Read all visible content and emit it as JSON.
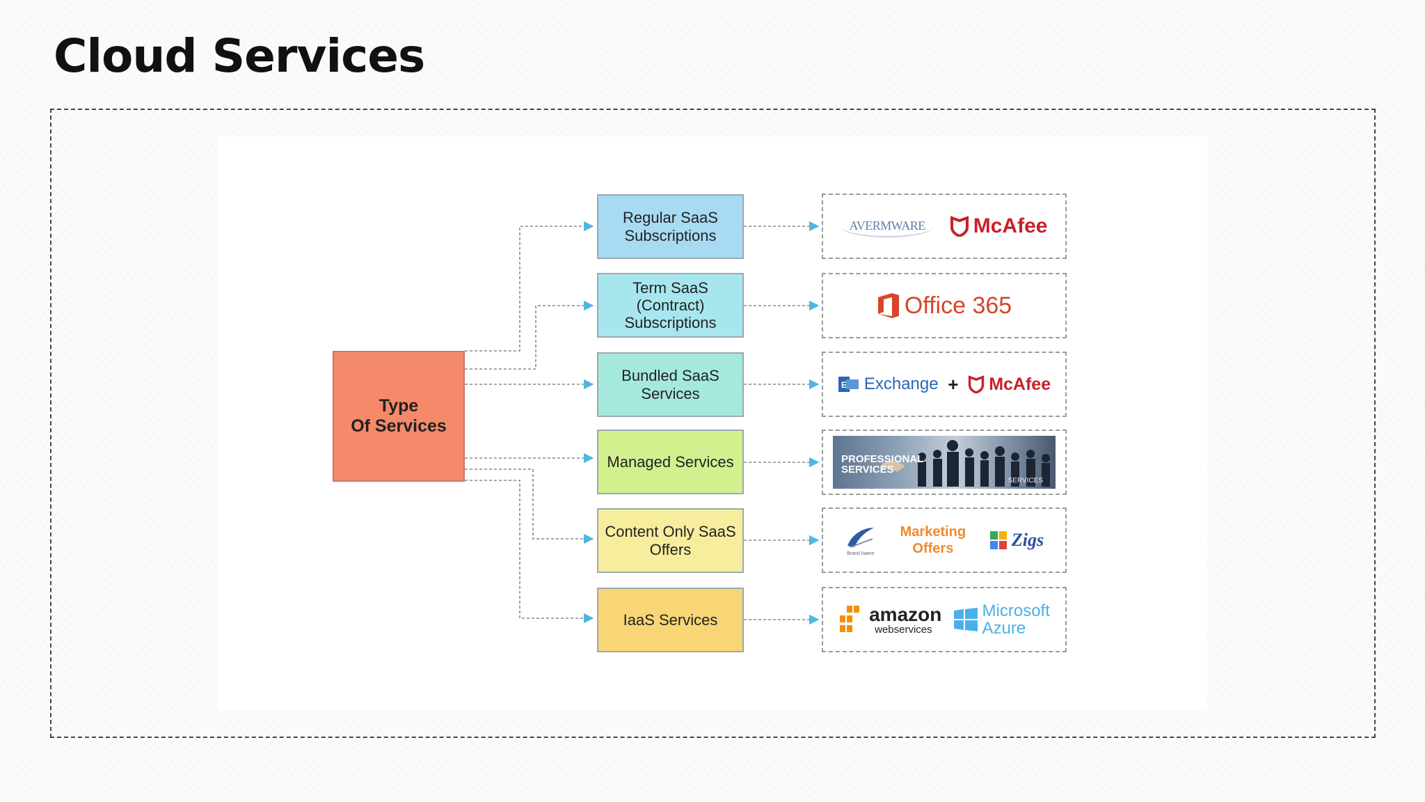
{
  "title": "Cloud Services",
  "diagram": {
    "root": "Type\nOf Services",
    "categories": [
      "Regular SaaS\nSubscriptions",
      "Term SaaS (Contract)\nSubscriptions",
      "Bundled SaaS\nServices",
      "Managed Services",
      "Content Only SaaS\nOffers",
      "IaaS Services"
    ],
    "category_colors": [
      "#a7dbf3",
      "#a7e6ef",
      "#a5e9dc",
      "#d3f08f",
      "#f6ee9d",
      "#f8d676"
    ],
    "root_color": "#f58a6b",
    "connector_color": "#4fb6e2"
  },
  "vendors": {
    "row1": {
      "avermware": "AVERMWARE",
      "mcafee": "McAfee"
    },
    "row2": {
      "office": "Office 365"
    },
    "row3": {
      "exchange": "Exchange",
      "plus": "+",
      "mcafee": "McAfee"
    },
    "row4": {
      "photo_text": "PROFESSIONAL\nSERVICES",
      "photo_sub": "SERVICES"
    },
    "row5": {
      "brand_caption": "Brand Name",
      "marketing": "Marketing\nOffers",
      "zigs": "Zigs"
    },
    "row6": {
      "amazon": "amazon",
      "aws_sub": "webservices",
      "azure_line1": "Microsoft",
      "azure_line2": "Azure"
    }
  }
}
